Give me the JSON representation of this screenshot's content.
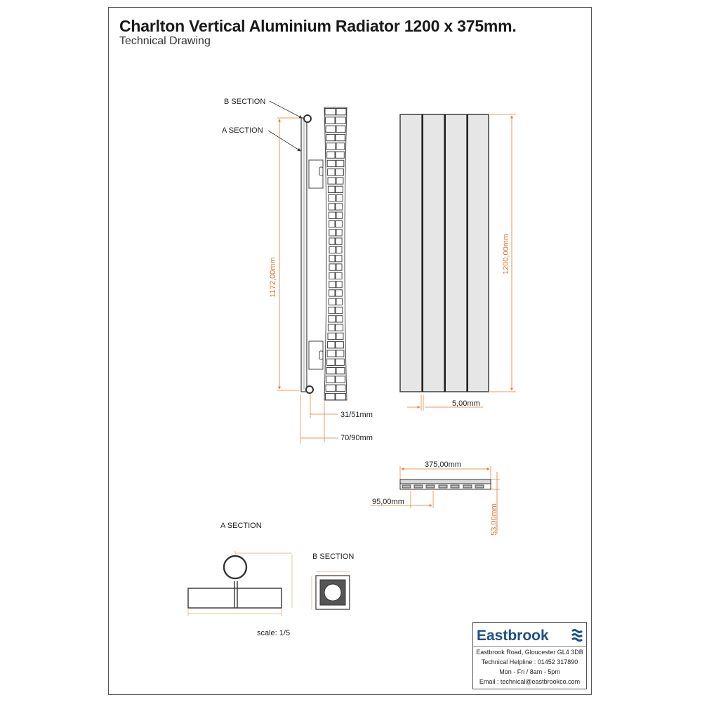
{
  "header": {
    "title": "Charlton Vertical Aluminium Radiator 1200 x 375mm.",
    "subtitle": "Technical Drawing"
  },
  "side_view": {
    "b_section_label": "B SECTION",
    "a_section_label": "A SECTION",
    "height_dim": "1172,00mm",
    "offset_dim_1": "31/51mm",
    "offset_dim_2": "70/90mm"
  },
  "front_view": {
    "height_dim": "1200,00mm",
    "gap_dim": "5,00mm"
  },
  "plan_view": {
    "width_dim": "375,00mm",
    "column_dim": "95,00mm",
    "depth_dim": "53,00mm"
  },
  "sections": {
    "a_section_title": "A SECTION",
    "b_section_title": "B SECTION"
  },
  "scale_text": "scale:  1/5",
  "company": {
    "name": "Eastbrook",
    "address": "Eastbrook Road, Gloucester GL4 3DB",
    "helpline": "Technical Helpline : 01452 317890",
    "hours": "Mon - Fri / 8am - 5pm",
    "email": "Email : technical@eastbrookco.com",
    "brand_color": "#1d4f91",
    "logo_icon": "waves-icon"
  },
  "colors": {
    "dimension": "#e07a30",
    "outline": "#444444",
    "panel_fill": "#e6e6e6"
  }
}
